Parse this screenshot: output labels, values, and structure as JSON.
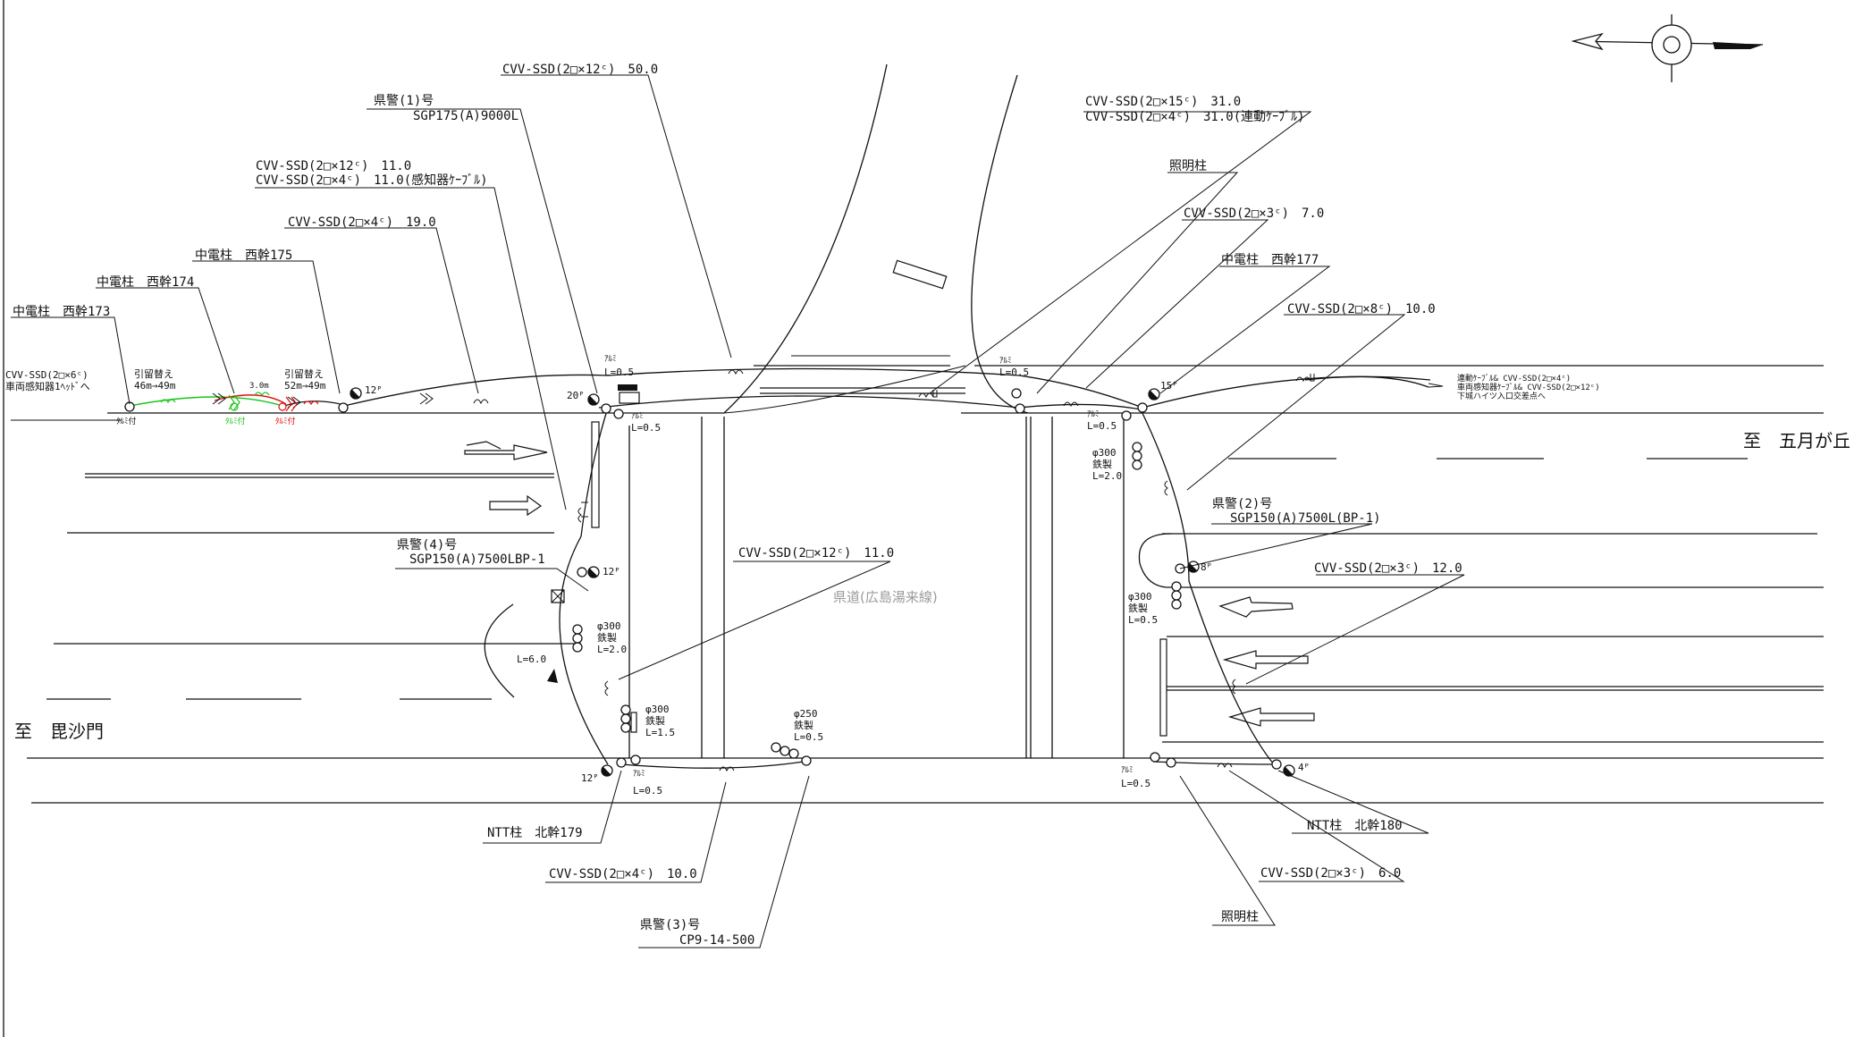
{
  "destinations": {
    "right": "至　五月が丘",
    "left": "至　毘沙門"
  },
  "road_name": "県道(広島湯来線)",
  "top_left": {
    "cable_1": "CVV-SSD(2□×6ᶜ)",
    "cable_1_dest": "車両感知器1ﾍｯﾄﾞへ",
    "pole_173": "中電柱　西幹173",
    "pole_174": "中電柱　西幹174",
    "pole_175": "中電柱　西幹175",
    "replace_1": "引留替え",
    "replace_1_len": "46m→49m",
    "replace_2": "引留替え",
    "replace_2_len": "52m→49m",
    "span": "3.0m",
    "tarumi_1": "ﾀﾙﾐ付",
    "tarumi_2": "ﾀﾙﾐ付",
    "tarumi_3": "ﾀﾙﾐ付",
    "angle_12": "12ᴾ",
    "cable_19": "CVV-SSD(2□×4ᶜ)　19.0",
    "cable_11a": "CVV-SSD(2□×12ᶜ)　11.0",
    "cable_11b": "CVV-SSD(2□×4ᶜ)　11.0(感知器ｹｰﾌﾞﾙ)",
    "kenkei_1": "県警(1)号",
    "kenkei_1_spec": "SGP175(A)9000L",
    "cable_50": "CVV-SSD(2□×12ᶜ)　50.0"
  },
  "top_right": {
    "cable_31a": "CVV-SSD(2□×15ᶜ)　31.0",
    "cable_31b": "CVV-SSD(2□×4ᶜ)　31.0(連動ｹｰﾌﾞﾙ)",
    "lighting_pole": "照明柱",
    "cable_7": "CVV-SSD(2□×3ᶜ)　7.0",
    "pole_177": "中電柱　西幹177",
    "cable_10": "CVV-SSD(2□×8ᶜ)　10.0",
    "angle_15": "15ᴾ",
    "link_1": "連動ｹｰﾌﾞﾙ& CVV-SSD(2□×4ᶜ)",
    "link_2": "車両感知器ｹｰﾌﾞﾙ& CVV-SSD(2□×12ᶜ)",
    "link_3": "下城ハイツ入口交差点へ"
  },
  "labels": {
    "arumi": "ｱﾙﾐ",
    "l05": "L=0.5",
    "angle_20": "20ᴾ",
    "kenkei_4": "県警(4)号",
    "kenkei_4_spec": "SGP150(A)7500LBP-1",
    "angle_12b": "12ᴾ",
    "phi300": "φ300",
    "steel": "鉄製",
    "l20": "L=2.0",
    "l60": "L=6.0",
    "l15": "L=1.5",
    "cable_mid": "CVV-SSD(2□×12ᶜ)　11.0",
    "phi250": "φ250",
    "angle_12c": "12ᴾ",
    "ntt_179": "NTT柱　北幹179",
    "cable_bottom_10": "CVV-SSD(2□×4ᶜ)　10.0",
    "kenkei_3": "県警(3)号",
    "kenkei_3_spec": "CP9-14-500",
    "kenkei_2": "県警(2)号",
    "kenkei_2_spec": "SGP150(A)7500L(BP-1)",
    "angle_8": "8ᴾ",
    "cable_12": "CVV-SSD(2□×3ᶜ)　12.0",
    "angle_4": "4ᴾ",
    "ntt_180": "NTT柱　北幹180",
    "cable_6": "CVV-SSD(2□×3ᶜ)　6.0",
    "lighting_pole_b": "照明柱"
  },
  "colors": {
    "line": "#111111",
    "green": "#19c419",
    "red": "#e01010",
    "road_name": "#9a9a9a"
  }
}
